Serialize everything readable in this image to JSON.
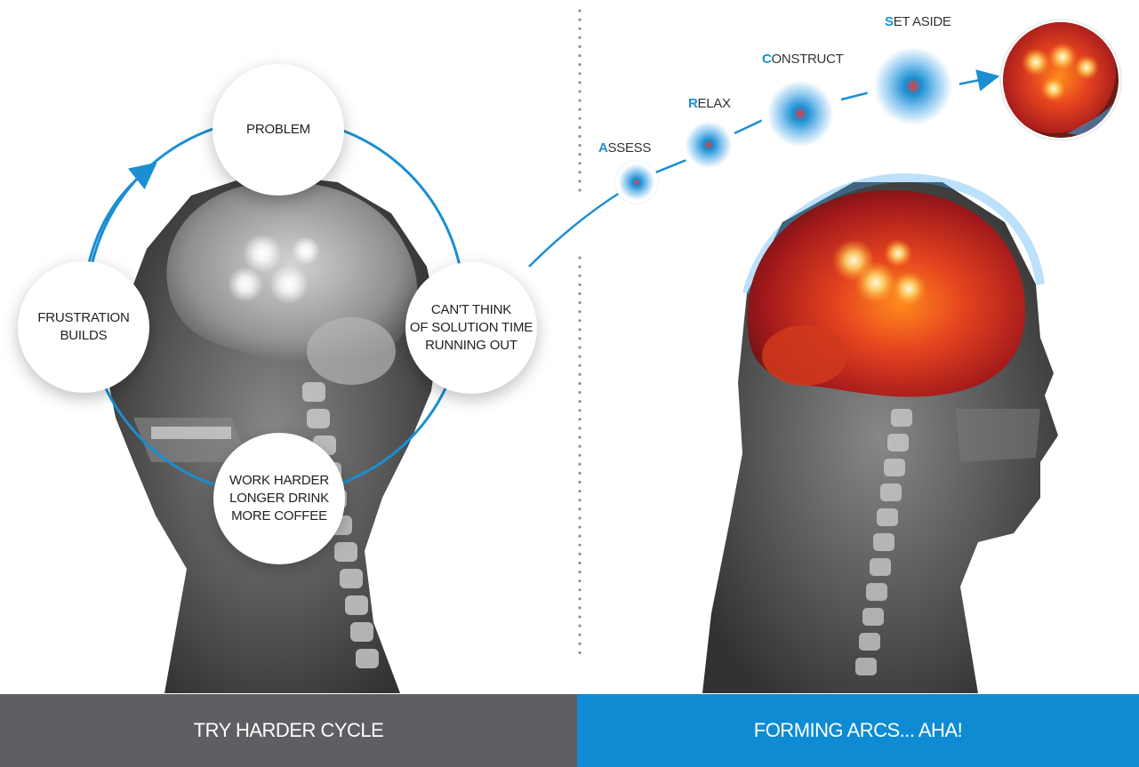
{
  "left_cycle": {
    "title": "TRY HARDER CYCLE",
    "nodes": [
      {
        "id": "problem",
        "lines": [
          "PROBLEM"
        ]
      },
      {
        "id": "cant-think",
        "lines": [
          "CAN'T THINK",
          "OF SOLUTION TIME",
          "RUNNING OUT"
        ]
      },
      {
        "id": "work-harder",
        "lines": [
          "WORK HARDER",
          "LONGER DRINK",
          "MORE COFFEE"
        ]
      },
      {
        "id": "frustration",
        "lines": [
          "FRUSTRATION",
          "BUILDS"
        ]
      }
    ]
  },
  "right_process": {
    "title": "FORMING ARCS... AHA!",
    "steps": [
      {
        "initial": "A",
        "rest": "SSESS"
      },
      {
        "initial": "R",
        "rest": "ELAX"
      },
      {
        "initial": "C",
        "rest": "ONSTRUCT"
      },
      {
        "initial": "S",
        "rest": "ET ASIDE"
      }
    ]
  },
  "colors": {
    "arc_blue": "#1a8fd2",
    "left_bar": "#5f5f63",
    "right_bar": "#0f8bd3",
    "bar_text": "#ffffff",
    "brain_glow": "#e8462a"
  }
}
